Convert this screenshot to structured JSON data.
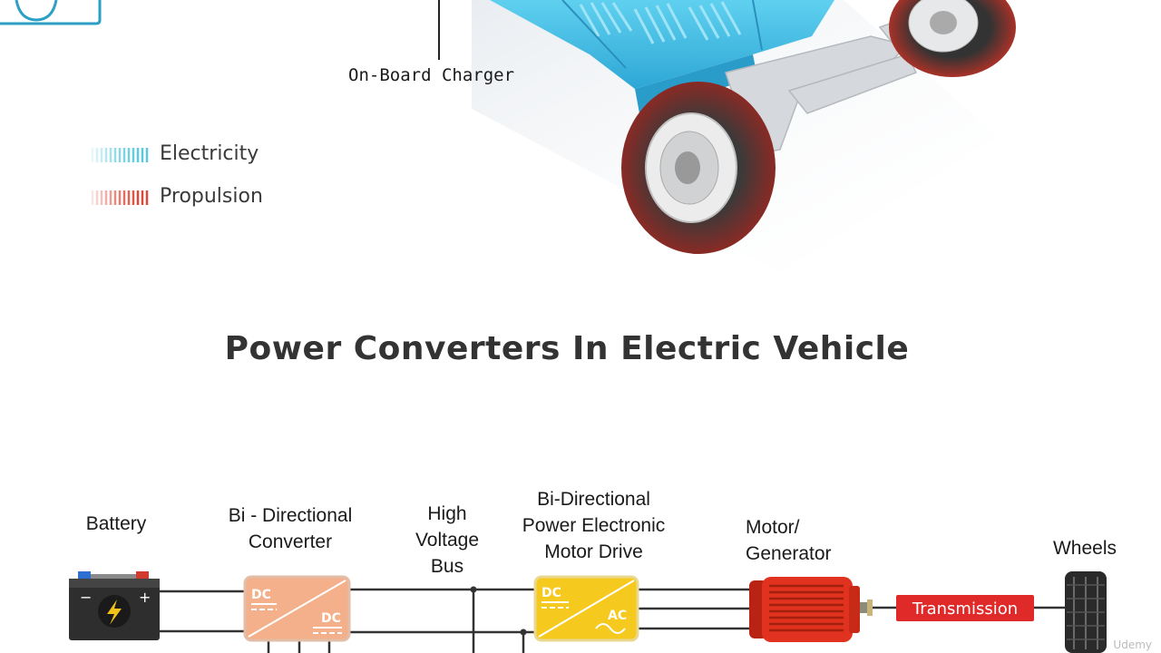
{
  "callout": {
    "label": "On-Board Charger"
  },
  "legend": [
    {
      "label": "Electricity",
      "color": "#5bc8dc"
    },
    {
      "label": "Propulsion",
      "color": "#d94a3a"
    }
  ],
  "title": "Power Converters In Electric Vehicle",
  "components": {
    "battery": {
      "label": "Battery"
    },
    "bidir_converter": {
      "label_line1": "Bi - Directional",
      "label_line2": "Converter",
      "in": "DC",
      "out": "DC"
    },
    "hv_bus": {
      "label_line1": "High",
      "label_line2": "Voltage",
      "label_line3": "Bus"
    },
    "motor_drive": {
      "label_line1": "Bi-Directional",
      "label_line2": "Power Electronic",
      "label_line3": "Motor Drive",
      "in": "DC",
      "out": "AC"
    },
    "motor": {
      "label_line1": "Motor/",
      "label_line2": "Generator"
    },
    "transmission": {
      "label": "Transmission"
    },
    "wheels": {
      "label": "Wheels"
    }
  },
  "watermark": "Udemy",
  "colors": {
    "battery_body": "#2e2e2e",
    "converter_dc": "#f4b08a",
    "converter_ac": "#f6c91e",
    "motor": "#e0321f",
    "transmission": "#e02a2a"
  }
}
